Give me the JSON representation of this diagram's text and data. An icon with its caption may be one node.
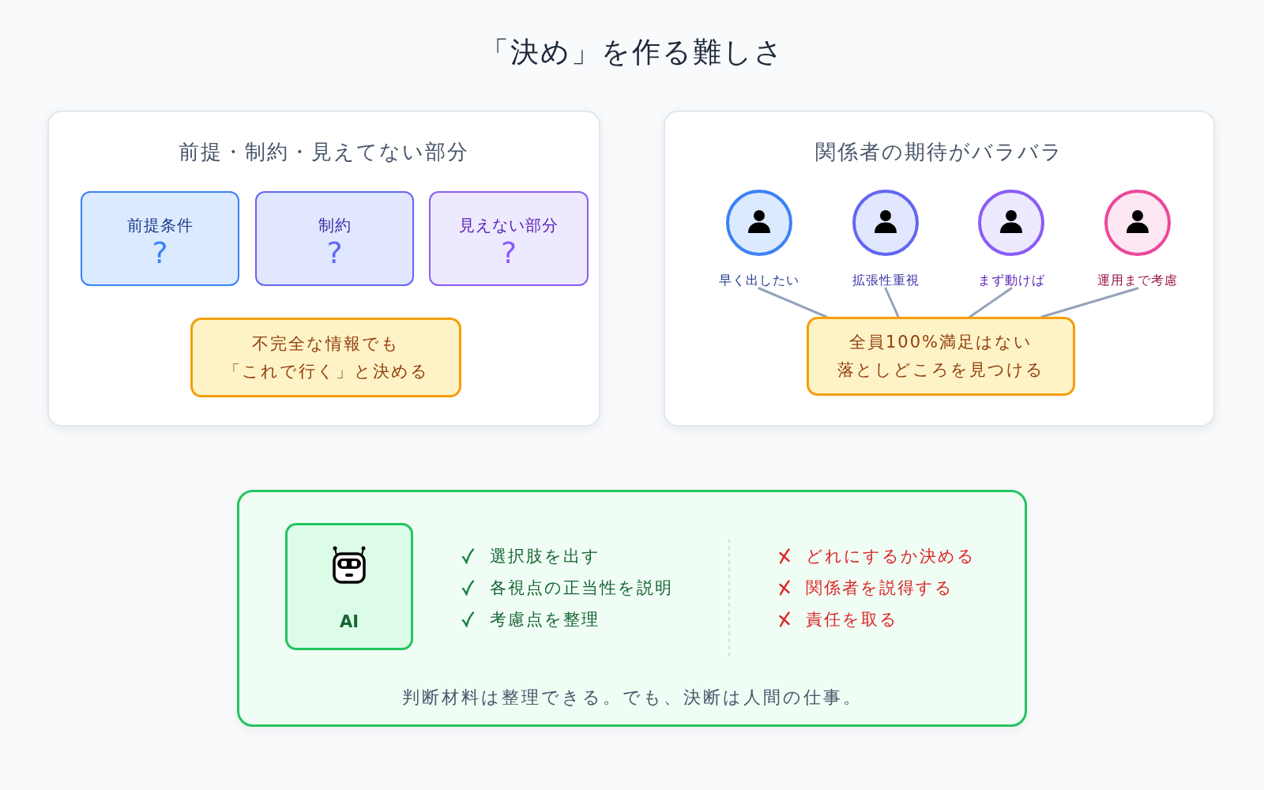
{
  "diagram": {
    "title": "「決め」を作る難しさ",
    "nodes": [
      {
        "text": [
          "前提・制約・見えてない部分"
        ]
      },
      {
        "text": [
          "前提条件",
          "?"
        ],
        "in": 0
      },
      {
        "text": [
          "制約",
          "?"
        ],
        "in": 0
      },
      {
        "text": [
          "見えない部分",
          "?"
        ],
        "in": 0
      },
      {
        "text": [
          "不完全な情報でも「これで行く」と決める"
        ],
        "in": 0
      },
      {
        "text": [
          "関係者の期待がバラバラ"
        ]
      },
      {
        "text": [],
        "shape": "circle",
        "beside": [
          "早く出したい"
        ],
        "in": 5
      },
      {
        "text": [],
        "shape": "circle",
        "beside": [
          "拡張性重視"
        ],
        "in": 5
      },
      {
        "text": [],
        "shape": "circle",
        "beside": [
          "まず動けば"
        ],
        "in": 5
      },
      {
        "text": [],
        "shape": "circle",
        "beside": [
          "運用まで考慮"
        ],
        "in": 5
      },
      {
        "text": [
          "全員100%満足はない",
          "落としどころを見つける"
        ],
        "in": 5
      },
      {
        "text": [
          "選択肢を出す",
          "各視点の正当性を説明",
          "考慮点を整理",
          "どれにするか決める",
          "関係者を説得する",
          "責任を取る",
          "判断材料は整理できる。でも、決断は人間の仕事。"
        ]
      },
      {
        "text": [
          "AI"
        ],
        "in": 11
      }
    ],
    "edges": [
      {
        "from": 6,
        "to": 10,
        "arrow": "none"
      },
      {
        "from": 7,
        "to": 10,
        "arrow": "none"
      },
      {
        "from": 8,
        "to": 10,
        "arrow": "none"
      },
      {
        "from": 9,
        "to": 10,
        "arrow": "none"
      }
    ]
  }
}
